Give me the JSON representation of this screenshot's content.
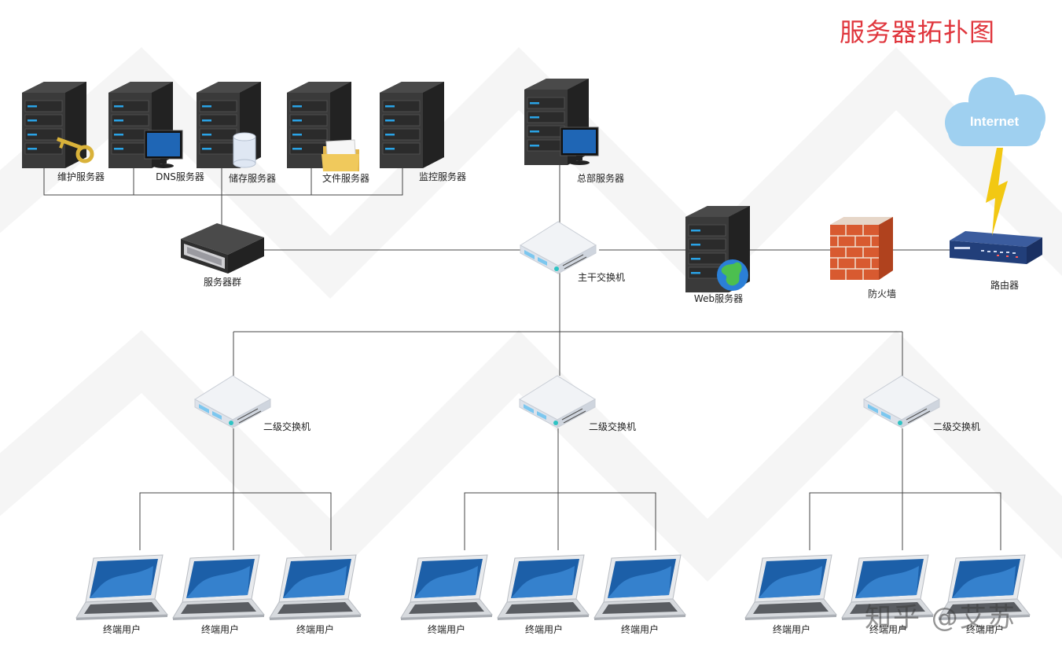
{
  "title": "服务器拓扑图",
  "watermark": "知乎 @艾苏",
  "colors": {
    "title": "#e0363d",
    "line": "#444444",
    "server_body": "#3a3a3a",
    "server_led": "#2aa3e6",
    "cloud": "#9fd0f0",
    "firewall": "#d85a30"
  },
  "nodes": {
    "maintenance_server": {
      "label": "维护服务器",
      "icon": "server-key-icon"
    },
    "dns_server": {
      "label": "DNS服务器",
      "icon": "server-monitor-icon"
    },
    "storage_server": {
      "label": "储存服务器",
      "icon": "server-database-icon"
    },
    "file_server": {
      "label": "文件服务器",
      "icon": "server-folder-icon"
    },
    "monitor_server": {
      "label": "监控服务器",
      "icon": "server-icon"
    },
    "hq_server": {
      "label": "总部服务器",
      "icon": "server-monitor-icon"
    },
    "server_cluster": {
      "label": "服务器群",
      "icon": "server-cluster-icon"
    },
    "core_switch": {
      "label": "主干交换机",
      "icon": "switch-icon"
    },
    "web_server": {
      "label": "Web服务器",
      "icon": "server-globe-icon"
    },
    "firewall": {
      "label": "防火墙",
      "icon": "firewall-icon"
    },
    "router": {
      "label": "路由器",
      "icon": "router-icon"
    },
    "internet": {
      "label": "Internet",
      "icon": "cloud-icon"
    },
    "sub_switches": [
      {
        "label": "二级交换机"
      },
      {
        "label": "二级交换机"
      },
      {
        "label": "二级交换机"
      }
    ],
    "terminals": [
      {
        "label": "终端用户"
      },
      {
        "label": "终端用户"
      },
      {
        "label": "终端用户"
      },
      {
        "label": "终端用户"
      },
      {
        "label": "终端用户"
      },
      {
        "label": "终端用户"
      },
      {
        "label": "终端用户"
      },
      {
        "label": "终端用户"
      },
      {
        "label": "终端用户"
      }
    ]
  }
}
